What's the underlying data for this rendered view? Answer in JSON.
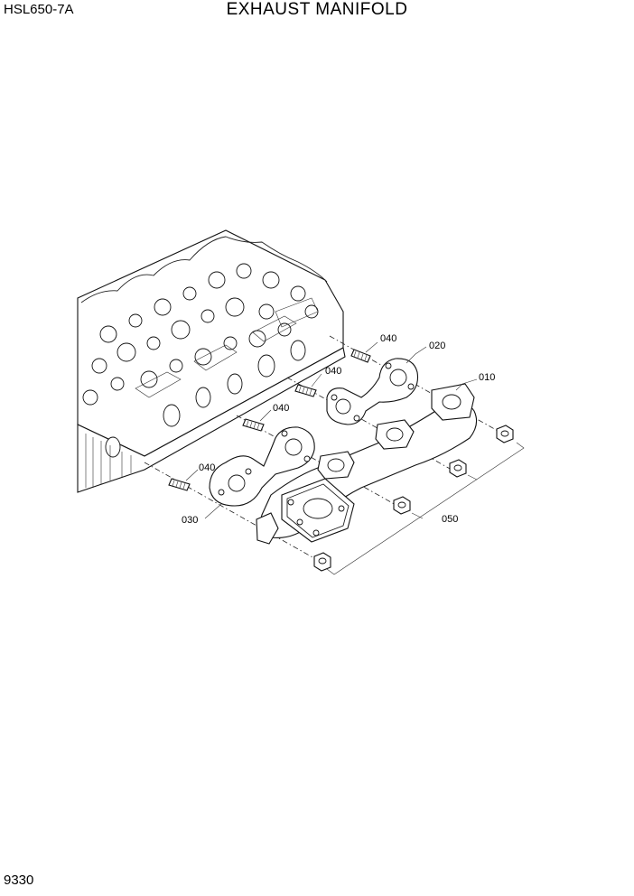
{
  "header": {
    "model": "HSL650-7A",
    "title": "EXHAUST MANIFOLD"
  },
  "footer": {
    "page_number": "9330"
  },
  "diagram": {
    "callouts": [
      {
        "id": "callout-010",
        "label": "010"
      },
      {
        "id": "callout-020",
        "label": "020"
      },
      {
        "id": "callout-030",
        "label": "030"
      },
      {
        "id": "callout-040-a",
        "label": "040"
      },
      {
        "id": "callout-040-b",
        "label": "040"
      },
      {
        "id": "callout-040-c",
        "label": "040"
      },
      {
        "id": "callout-040-d",
        "label": "040"
      },
      {
        "id": "callout-050",
        "label": "050"
      }
    ]
  }
}
